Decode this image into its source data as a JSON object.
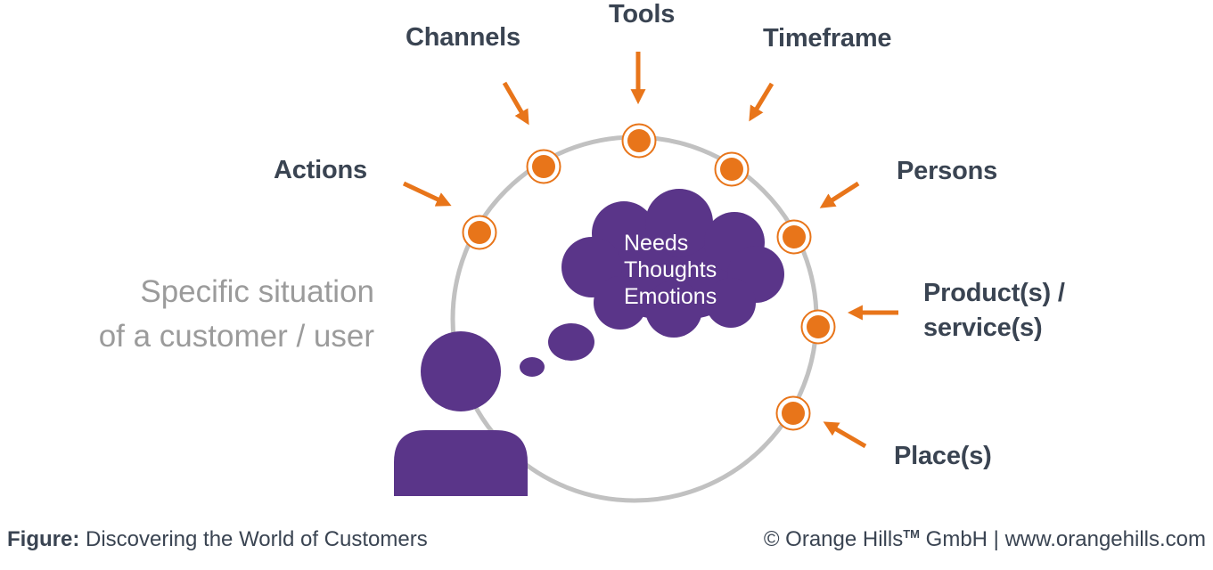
{
  "diagram": {
    "situation_label": {
      "line1": "Specific situation",
      "line2": "of a customer / user"
    },
    "cloud": {
      "line1": "Needs",
      "line2": "Thoughts",
      "line3": "Emotions"
    },
    "labels": {
      "actions": "Actions",
      "channels": "Channels",
      "tools": "Tools",
      "timeframe": "Timeframe",
      "persons": "Persons",
      "products_line1": "Product(s) /",
      "products_line2": "service(s)",
      "places": "Place(s)"
    }
  },
  "footer": {
    "figure_label": "Figure:",
    "figure_caption": " Discovering the World of Customers",
    "copyright_prefix": "© Orange Hills",
    "trademark": "TM",
    "copyright_suffix": " GmbH | www.orangehills.com"
  },
  "colors": {
    "accent_orange": "#E8751A",
    "brand_purple": "#5A3589",
    "circle_gray": "#C1C1C1",
    "label_navy": "#3A4452",
    "situation_gray": "#9B9B9B"
  }
}
